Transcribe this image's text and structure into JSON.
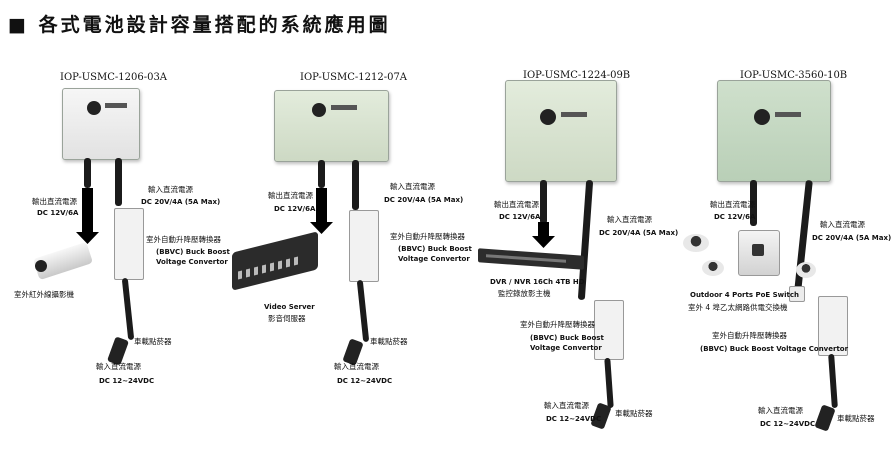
{
  "page_title": "■ 各式電池設計容量搭配的系統應用圖",
  "panels": [
    {
      "model": "IOP-USMC-1206-03A",
      "output_label_cn": "輸出直流電源",
      "output_spec": "DC 12V/6A",
      "input_label_cn": "輸入直流電源",
      "input_spec": "DC 20V/4A (5A Max)",
      "converter_cn": "室外自動升降壓轉換器",
      "converter_en_1": "(BBVC) Buck Boost",
      "converter_en_2": "Voltage Convertor",
      "device_cn": "室外紅外線攝影機",
      "lighter_cn": "車載點菸器",
      "dc_in_cn": "輸入直流電源",
      "dc_in_spec": "DC 12~24VDC"
    },
    {
      "model": "IOP-USMC-1212-07A",
      "output_label_cn": "輸出直流電源",
      "output_spec": "DC 12V/6A",
      "input_label_cn": "輸入直流電源",
      "input_spec": "DC 20V/4A (5A Max)",
      "converter_cn": "室外自動升降壓轉換器",
      "converter_en_1": "(BBVC) Buck Boost",
      "converter_en_2": "Voltage Convertor",
      "device_en": "Video Server",
      "device_cn": "影音伺服器",
      "lighter_cn": "車載點菸器",
      "dc_in_cn": "輸入直流電源",
      "dc_in_spec": "DC 12~24VDC"
    },
    {
      "model": "IOP-USMC-1224-09B",
      "output_label_cn": "輸出直流電源",
      "output_spec": "DC 12V/6A",
      "input_label_cn": "輸入直流電源",
      "input_spec": "DC 20V/4A (5A Max)",
      "device_en": "DVR / NVR 16Ch 4TB HD",
      "device_cn": "監控錄放影主機",
      "converter_cn": "室外自動升降壓轉換器",
      "converter_en_1": "(BBVC) Buck Boost",
      "converter_en_2": "Voltage Convertor",
      "dc_in_cn": "輸入直流電源",
      "dc_in_spec": "DC 12~24VDC",
      "lighter_cn": "車載點菸器"
    },
    {
      "model": "IOP-USMC-3560-10B",
      "output_label_cn": "輸出直流電源",
      "output_spec": "DC 12V/6A",
      "input_label_cn": "輸入直流電源",
      "input_spec": "DC 20V/4A (5A Max)",
      "device_en": "Outdoor 4 Ports PoE Switch",
      "device_cn": "室外 4 埠乙太網路供電交換機",
      "converter_cn": "室外自動升降壓轉換器",
      "converter_en": "(BBVC) Buck Boost Voltage Convertor",
      "dc_in_cn": "輸入直流電源",
      "dc_in_spec": "DC 12~24VDC",
      "lighter_cn": "車載點菸器"
    }
  ]
}
